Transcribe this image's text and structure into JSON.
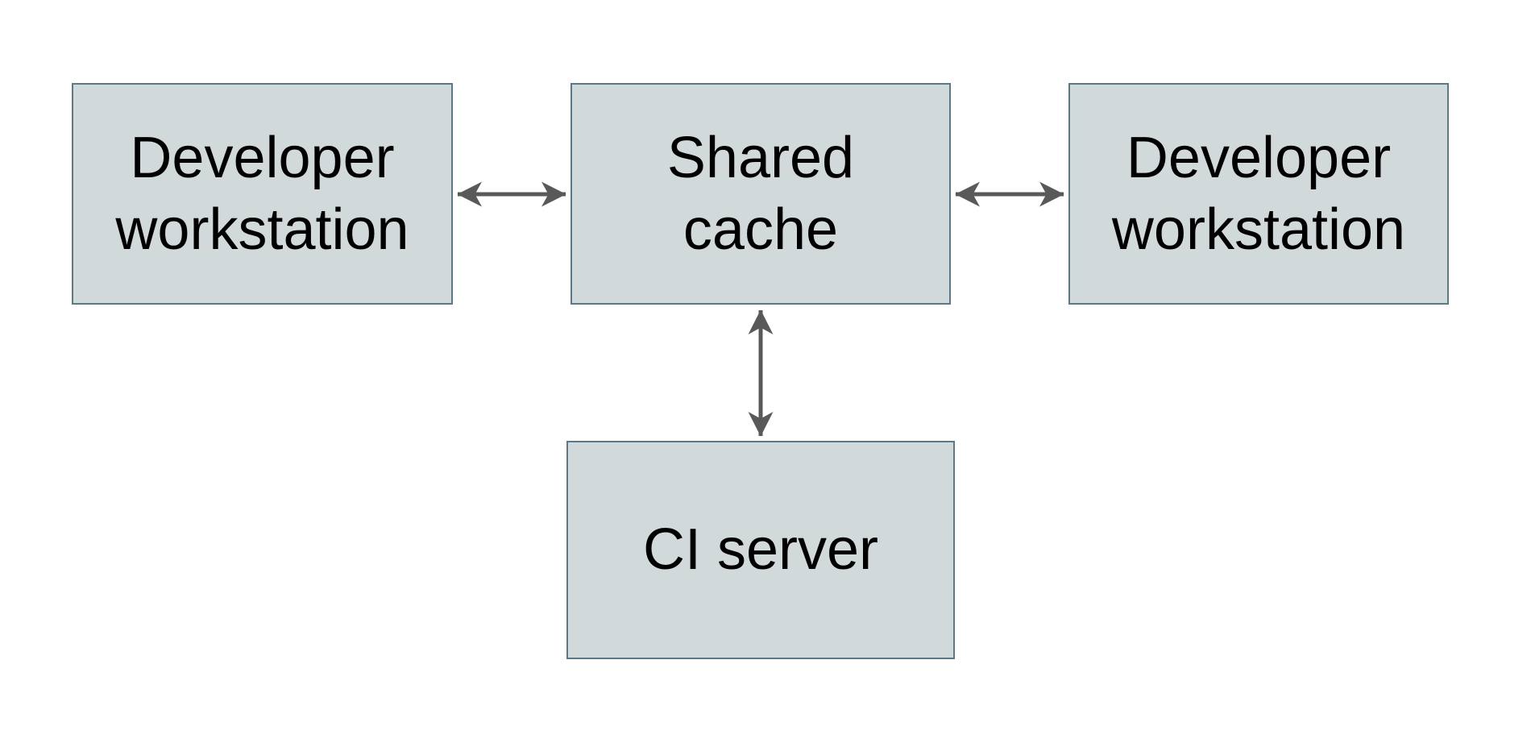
{
  "diagram": {
    "nodes": [
      {
        "id": "developer-workstation-left",
        "lines": [
          "Developer",
          "workstation"
        ]
      },
      {
        "id": "shared-cache",
        "lines": [
          "Shared",
          "cache"
        ]
      },
      {
        "id": "developer-workstation-right",
        "lines": [
          "Developer",
          "workstation"
        ]
      },
      {
        "id": "ci-server",
        "lines": [
          "CI server"
        ]
      }
    ],
    "edges": [
      {
        "from": "developer-workstation-left",
        "to": "shared-cache",
        "type": "bidirectional-arrow"
      },
      {
        "from": "shared-cache",
        "to": "developer-workstation-right",
        "type": "bidirectional-arrow"
      },
      {
        "from": "shared-cache",
        "to": "ci-server",
        "type": "bidirectional-arrow"
      }
    ],
    "colors": {
      "background": "#ffffff",
      "node_fill": "#d2d9db",
      "node_border": "#5c7988",
      "arrow": "#595959",
      "text": "#000000"
    }
  }
}
